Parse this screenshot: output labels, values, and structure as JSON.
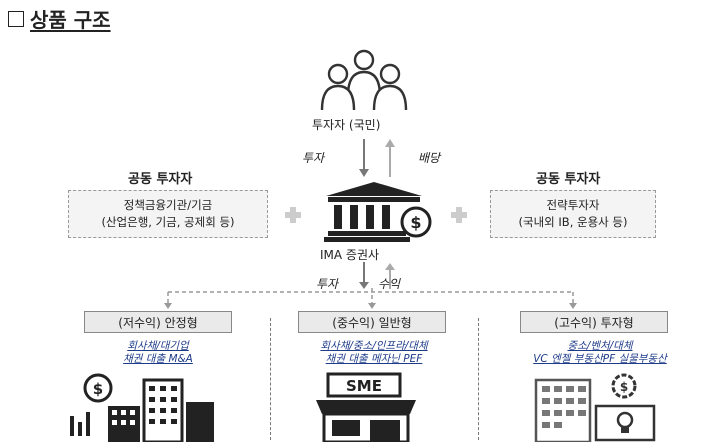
{
  "title": "상품 구조",
  "investor_label": "투자자 (국민)",
  "flow_invest": "투자",
  "flow_dividend": "배당",
  "co_investor_left": {
    "heading": "공동 투자자",
    "line1": "정책금융기관/기금",
    "line2": "(산업은행, 기금, 공제회 등)"
  },
  "co_investor_right": {
    "heading": "공동 투자자",
    "line1": "전략투자자",
    "line2": "(국내외 IB, 운용사 등)"
  },
  "ima_label": "IMA 증권사",
  "flow_invest2": "투자",
  "flow_return": "수익",
  "types": [
    {
      "label": "(저수익) 안정형",
      "line1": "회사채/대기업",
      "line2": "채권 대출 M&A"
    },
    {
      "label": "(중수익) 일반형",
      "line1": "회사채/중소/인프라/대체",
      "line2": "채권 대출 메자닌 PEF"
    },
    {
      "label": "(고수익) 투자형",
      "line1": "중소/벤처/대체",
      "line2": "VC 엔젤 부동산PF 실물부동산"
    }
  ],
  "sme_sign": "SME"
}
